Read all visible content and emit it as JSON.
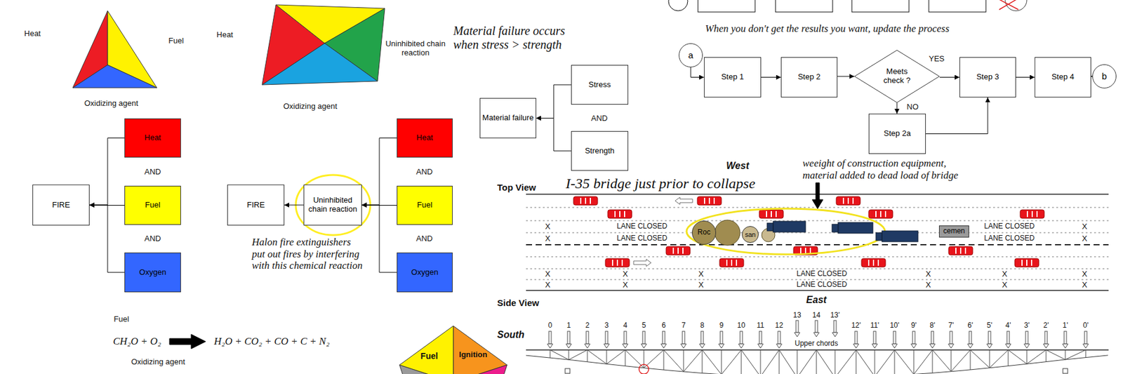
{
  "diagram": {
    "nodes": [
      {
        "text": [
          "FIRE"
        ]
      },
      {
        "text": [
          "Heat"
        ]
      },
      {
        "text": [
          "Fuel"
        ]
      },
      {
        "text": [
          "Oxygen"
        ]
      },
      {
        "text": [
          "FIRE"
        ]
      },
      {
        "text": [
          "Uninhibited chain reaction"
        ]
      },
      {
        "text": [
          "Heat"
        ]
      },
      {
        "text": [
          "Fuel"
        ]
      },
      {
        "text": [
          "Oxygen"
        ]
      },
      {
        "text": [
          "Material failure"
        ]
      },
      {
        "text": [
          "Stress"
        ]
      },
      {
        "text": [
          "Strength"
        ]
      },
      {
        "text": [
          "a"
        ]
      },
      {
        "text": [
          "Step 1"
        ]
      },
      {
        "text": [
          "Step 2"
        ]
      },
      {
        "text": [
          "Meets check ?"
        ]
      },
      {
        "text": [
          "Step 3"
        ]
      },
      {
        "text": [
          "Step 4"
        ]
      },
      {
        "text": [
          "b"
        ]
      },
      {
        "text": [
          "Step 2a"
        ]
      },
      {
        "text": [
          "Roc"
        ]
      },
      {
        "text": [
          "san"
        ]
      },
      {
        "text": [
          "cemen"
        ]
      }
    ],
    "edges": [
      {
        "from": 1,
        "to": 0,
        "arrow": "to"
      },
      {
        "from": 2,
        "to": 0,
        "arrow": "to"
      },
      {
        "from": 3,
        "to": 0,
        "arrow": "to"
      },
      {
        "from": 6,
        "to": 5,
        "arrow": "to"
      },
      {
        "from": 7,
        "to": 5,
        "arrow": "to"
      },
      {
        "from": 8,
        "to": 5,
        "arrow": "to"
      },
      {
        "from": 5,
        "to": 4,
        "arrow": "to"
      },
      {
        "from": 10,
        "to": 9,
        "arrow": "to"
      },
      {
        "from": 11,
        "to": 9,
        "arrow": "to"
      },
      {
        "from": 12,
        "to": 13,
        "arrow": "to"
      },
      {
        "from": 13,
        "to": 14,
        "arrow": "to"
      },
      {
        "from": 14,
        "to": 15,
        "arrow": "to"
      },
      {
        "from": 15,
        "to": 16,
        "label": "YES",
        "arrow": "to"
      },
      {
        "from": 15,
        "to": 19,
        "label": "NO",
        "arrow": "to"
      },
      {
        "from": 19,
        "to": 16,
        "arrow": "to"
      },
      {
        "from": 16,
        "to": 17,
        "arrow": "to"
      },
      {
        "from": 17,
        "to": 18,
        "arrow": "to"
      }
    ],
    "labels": [
      "Heat",
      "Fuel",
      "Oxidizing agent",
      "Heat",
      "Uninhibited chain reaction",
      "Oxidizing agent",
      "AND",
      "AND",
      "AND",
      "AND",
      "Halon fire extinguishers put out fires by interfering with this chemical reaction",
      "Fuel",
      "CH₂O + O₂",
      "H₂O + CO₂ + CO + C + N₂",
      "Oxidizing agent",
      "Material failure occurs when stress > strength",
      "AND",
      "When you don't get the results you want, update the process",
      "I-35 bridge just prior to collapse",
      "weeight of construction equipment, material added to dead load of bridge",
      "West",
      "Top View",
      "LANE CLOSED",
      "LANE CLOSED",
      "LANE CLOSED",
      "LANE CLOSED",
      "LANE CLOSED",
      "LANE CLOSED",
      "X",
      "X",
      "X",
      "X",
      "X",
      "X",
      "X",
      "X",
      "X",
      "X",
      "X",
      "X",
      "X",
      "X",
      "X",
      "X",
      "Side View",
      "East",
      "South",
      "Upper chords",
      "0",
      "1",
      "2",
      "3",
      "4",
      "5",
      "6",
      "7",
      "8",
      "9",
      "10",
      "11",
      "12",
      "13",
      "14",
      "13'",
      "12'",
      "11'",
      "10'",
      "9'",
      "8'",
      "7'",
      "6'",
      "5'",
      "4'",
      "3'",
      "2'",
      "1'",
      "0'",
      "Fuel",
      "Ignition"
    ]
  }
}
